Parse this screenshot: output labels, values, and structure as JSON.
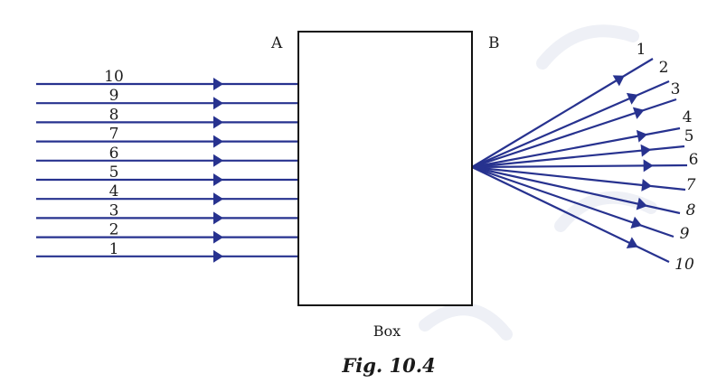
{
  "diagram": {
    "corner_a": "A",
    "corner_b": "B",
    "box_label": "Box",
    "caption": "Fig. 10.4",
    "incoming_labels": [
      "10",
      "9",
      "8",
      "7",
      "6",
      "5",
      "4",
      "3",
      "2",
      "1"
    ],
    "outgoing_labels": [
      "1",
      "2",
      "3",
      "4",
      "5",
      "6",
      "7",
      "8",
      "9",
      "10"
    ],
    "colors": {
      "ray": "#27328f",
      "box_border": "#111111",
      "text": "#1a1a1a"
    }
  }
}
